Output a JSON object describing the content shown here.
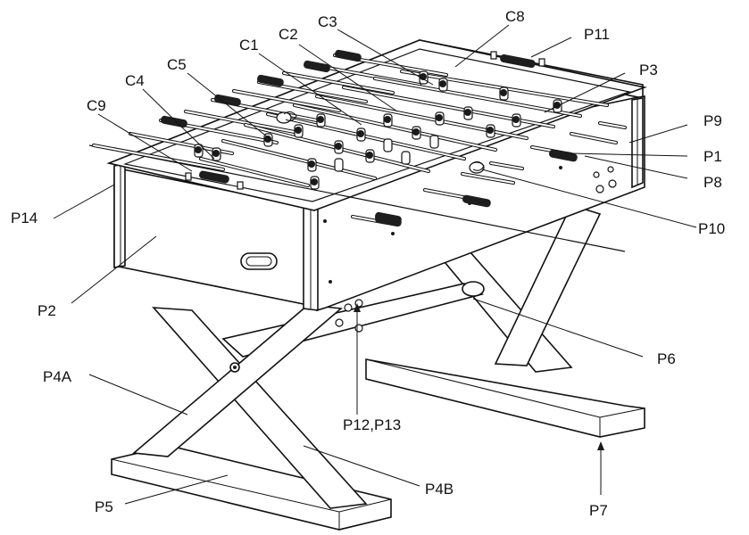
{
  "diagram": {
    "labels": {
      "c8": "C8",
      "c3": "C3",
      "c2": "C2",
      "c1": "C1",
      "c5": "C5",
      "c4": "C4",
      "c9": "C9",
      "p11": "P11",
      "p3": "P3",
      "p9": "P9",
      "p1": "P1",
      "p8": "P8",
      "p10": "P10",
      "p14": "P14",
      "p2": "P2",
      "p6": "P6",
      "p4a": "P4A",
      "p12_p13": "P12,P13",
      "p4b": "P4B",
      "p5": "P5",
      "p7": "P7"
    }
  }
}
